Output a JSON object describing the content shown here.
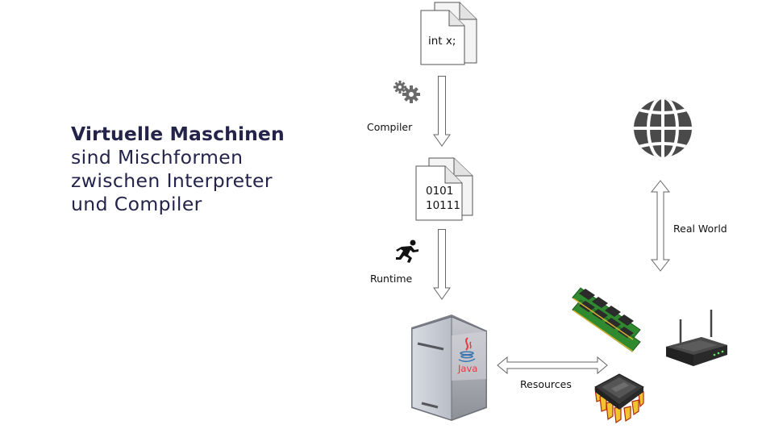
{
  "headline": {
    "bold": "Virtuelle Maschinen",
    "lines": [
      "sind Mischformen",
      "zwischen Interpreter",
      "und Compiler"
    ]
  },
  "diagram": {
    "source_doc": {
      "text": "int x;",
      "icon": "document-stack-icon"
    },
    "compile_step": {
      "label": "Compiler",
      "icon": "gears-icon"
    },
    "bytecode_doc": {
      "lines": [
        "0101",
        "10111"
      ],
      "icon": "document-stack-icon"
    },
    "runtime_step": {
      "label": "Runtime",
      "icon": "running-person-icon"
    },
    "vm": {
      "label": "Java",
      "icon": "server-java-icon"
    },
    "resources": {
      "label": "Resources",
      "items": [
        "ram-icon",
        "cpu-chip-icon",
        "router-icon"
      ]
    },
    "real_world": {
      "label": "Real World",
      "icon": "globe-icon"
    }
  },
  "colors": {
    "headline": "#24244a",
    "icon_gray": "#4a4a4a",
    "java_red": "#e8383d",
    "java_blue": "#3a75b0",
    "ram_green": "#2f8a2f",
    "chip_orange": "#f0a020"
  }
}
